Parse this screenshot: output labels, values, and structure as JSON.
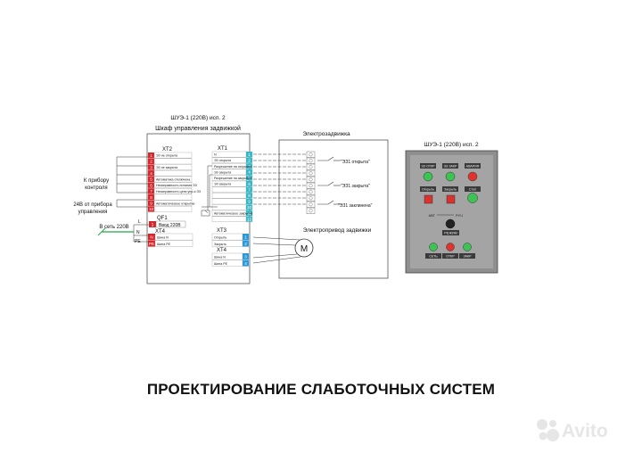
{
  "colors": {
    "terminal_red": "#d8252a",
    "terminal_cyan": "#39b9c8",
    "terminal_blue": "#2c9ad8",
    "wire_green": "#25a845",
    "panel_gray": "#9a9a9a",
    "lamp_green": "#3cc452",
    "lamp_red": "#e0332e",
    "button_red": "#d9322f"
  },
  "cabinet": {
    "caption": "ШУЭ-1 (220В) исп. 2",
    "title": "Шкаф управления задвижкой",
    "xt2_label": "XT2",
    "xt2_rows": [
      {
        "num": "1",
        "text": "ЭЗ не открыта"
      },
      {
        "num": "2",
        "text": ""
      },
      {
        "num": "3",
        "text": "ЭЗ не закрыта"
      },
      {
        "num": "4",
        "text": ""
      },
      {
        "num": "5",
        "text": "Автоматика отключена"
      },
      {
        "num": "6",
        "text": "Неисправность питания ЭЗ"
      },
      {
        "num": "7",
        "text": "Неисправность цепи упр-я ЭЗ"
      },
      {
        "num": "8",
        "text": ""
      },
      {
        "num": "9",
        "text": "Автоматическое открытие"
      },
      {
        "num": "10",
        "text": ""
      }
    ],
    "xt1_label": "XT1",
    "xt1_rows": [
      {
        "num": "1",
        "text": "N"
      },
      {
        "num": "2",
        "text": "ЭЗ открыта"
      },
      {
        "num": "3",
        "text": "Разрешение на открытие"
      },
      {
        "num": "4",
        "text": "ЭЗ закрыта"
      },
      {
        "num": "5",
        "text": "Разрешение на закрытие"
      },
      {
        "num": "6",
        "text": "ЭЗ закрыта"
      },
      {
        "num": "7",
        "text": ""
      },
      {
        "num": "8",
        "text": ""
      },
      {
        "num": "9",
        "text": ""
      },
      {
        "num": "10",
        "text": ""
      },
      {
        "num": "11",
        "text": "Автоматическое закрытие"
      },
      {
        "num": "12",
        "text": ""
      }
    ],
    "qf1_label": "QF1",
    "qf1_row": {
      "num": "1",
      "text": "Ввод 220В"
    },
    "xt4_label": "XT4",
    "xt4_rows": [
      {
        "num": "N",
        "text": "Шина N"
      },
      {
        "num": "PE",
        "text": "Шина PE"
      }
    ],
    "xt3_label": "XT3",
    "xt3_rows": [
      {
        "num": "1",
        "text": "Открыть"
      },
      {
        "num": "2",
        "text": "Закрыть"
      }
    ],
    "xt4b_label": "XT4",
    "xt4b_rows": [
      {
        "num": "3",
        "text": "Шина N"
      },
      {
        "num": "4",
        "text": "Шина PE"
      }
    ]
  },
  "external": {
    "to_control_device": "К прибору контроля",
    "from_control_device": "24В от прибора управления",
    "mains": "В сеть 220В",
    "phase_L": "L",
    "phase_N": "N",
    "phase_PE": "PE"
  },
  "valve": {
    "title": "Электрозадвижка",
    "label_open": "\"ЭЗ1 открыта\"",
    "label_closed": "\"ЭЗ1 закрыта\"",
    "label_jammed": "\"ЭЗ1 заклинена\"",
    "drive_title": "Электропривод задвижки",
    "motor_symbol": "M"
  },
  "front_panel": {
    "caption": "ШУЭ-1 (220В) исп. 2",
    "top_labels": [
      "ЭЗ ОТКР",
      "ЭЗ ЗАКР",
      "АВАРИЯ"
    ],
    "mid_labels": [
      "Открыть",
      "Закрыть",
      "Стоп"
    ],
    "mode_left": "АВТ",
    "mode_right": "РУЧ",
    "key_label": "РЕЖИМ",
    "bottom_labels": [
      "СЕТЬ",
      "ОТКР",
      "ЗАКР"
    ]
  },
  "banner": {
    "title": "ПРОЕКТИРОВАНИЕ СЛАБОТОЧНЫХ СИСТЕМ"
  },
  "watermark": {
    "text": "Avito"
  }
}
